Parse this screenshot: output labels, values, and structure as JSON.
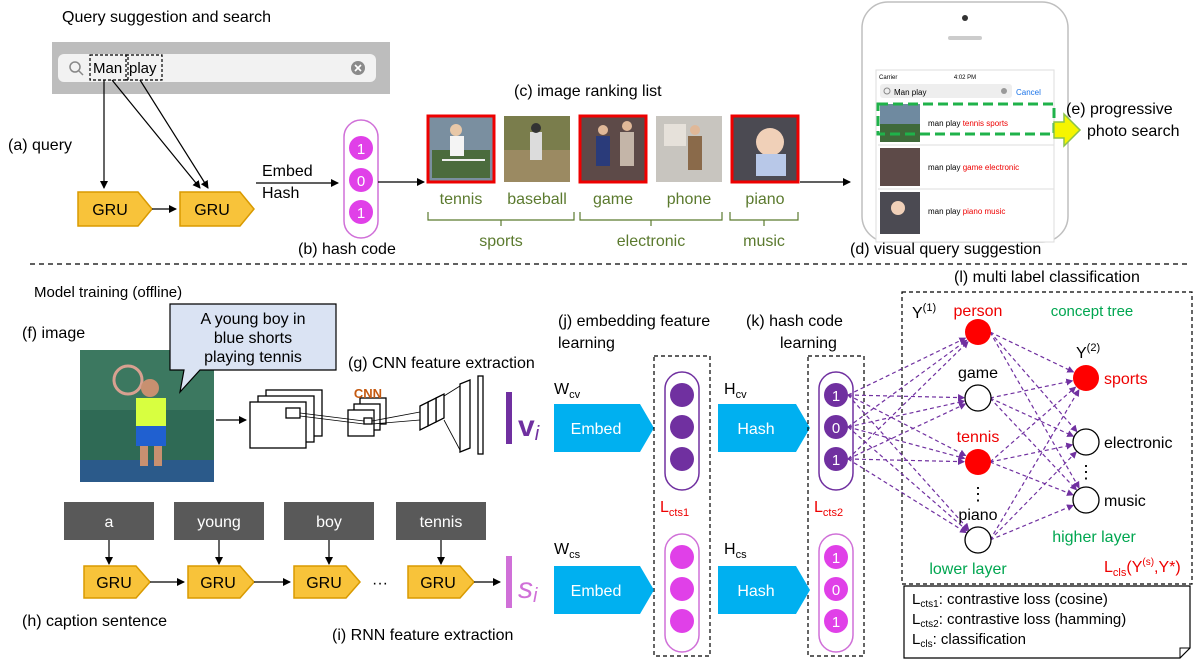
{
  "top": {
    "section_title": "Query suggestion and search",
    "search_text_1": "Man",
    "search_text_2": "play",
    "label_query": "(a) query",
    "gru": "GRU",
    "embed_word": "Embed",
    "hash_word": "Hash",
    "label_hash_code": "(b) hash code",
    "hash_bits": [
      "1",
      "0",
      "1"
    ],
    "label_ranking": "(c) image ranking list",
    "images": [
      "tennis",
      "baseball",
      "game",
      "phone",
      "piano"
    ],
    "groups": [
      "sports",
      "electronic",
      "music"
    ],
    "label_visual_suggestion": "(d) visual query suggestion",
    "label_progressive_1": "(e) progressive",
    "label_progressive_2": "photo search",
    "phone": {
      "carrier": "Carrier",
      "time": "4:02 PM",
      "search": "Man play",
      "cancel": "Cancel",
      "rows": [
        {
          "prefix": "man play ",
          "highlight": "tennis sports"
        },
        {
          "prefix": "man play ",
          "highlight": "game electronic"
        },
        {
          "prefix": "man play ",
          "highlight": "piano music"
        }
      ]
    }
  },
  "bottom": {
    "section_title": "Model training (offline)",
    "label_image": "(f) image",
    "caption_bubble": [
      "A young boy in",
      "blue shorts",
      "playing tennis"
    ],
    "label_cnn_extract": "(g) CNN feature extraction",
    "cnn": "CNN",
    "words": [
      "a",
      "young",
      "boy",
      "tennis"
    ],
    "ellipsis": "···",
    "gru": "GRU",
    "label_caption": "(h) caption sentence",
    "label_rnn": "(i) RNN feature extraction",
    "label_embedding_1": "(j) embedding feature",
    "label_embedding_2": "learning",
    "label_hashcode_1": "(k) hash code",
    "label_hashcode_2": "learning",
    "label_multilabel": "(l) multi label classification",
    "W_cv": "W",
    "W_cv_sub": "cv",
    "W_cs": "W",
    "W_cs_sub": "cs",
    "H_cv": "H",
    "H_cv_sub": "cv",
    "H_cs": "H",
    "H_cs_sub": "cs",
    "embed": "Embed",
    "hash": "Hash",
    "v_sym": "v",
    "s_sym": "s",
    "i_sub": "i",
    "hash_bits_top": [
      "1",
      "0",
      "1"
    ],
    "hash_bits_bottom": [
      "1",
      "0",
      "1"
    ],
    "L_cts1": "L",
    "L_cts1_sub": "cts1",
    "L_cts2": "L",
    "L_cts2_sub": "cts2",
    "Y1": "Y",
    "Y1_sup": "(1)",
    "Y2": "Y",
    "Y2_sup": "(2)",
    "concept_tree": "concept tree",
    "lower_nodes": [
      "person",
      "game",
      "tennis",
      "piano"
    ],
    "higher_nodes": [
      "sports",
      "electronic",
      "music"
    ],
    "vdots": "⋮",
    "higher_layer": "higher layer",
    "lower_layer": "lower layer",
    "L_cls_main": "L",
    "L_cls_sub": "cls",
    "L_cls_args": "(Y",
    "L_cls_args_sup": "(s)",
    "L_cls_args_end": ",Y*)",
    "legend": [
      {
        "sym": "L",
        "sub": "cts1",
        "text": ": contrastive loss (cosine)"
      },
      {
        "sym": "L",
        "sub": "cts2",
        "text": ": contrastive loss (hamming)"
      },
      {
        "sym": "L",
        "sub": "cls",
        "text": ": classification"
      }
    ]
  },
  "colors": {
    "gru_fill": "#f8c33a",
    "gru_stroke": "#d99a00",
    "purple_dark": "#7030a0",
    "purple_light": "#e040e8",
    "pink_outline": "#d070d8",
    "cyan": "#00b0f0",
    "red": "#ff0000",
    "green": "#00a650",
    "olive": "#5b7a2e",
    "orange_cnn": "#c55a11",
    "search_bg": "#bdbdbd",
    "dashed_green": "#1fb24a"
  }
}
